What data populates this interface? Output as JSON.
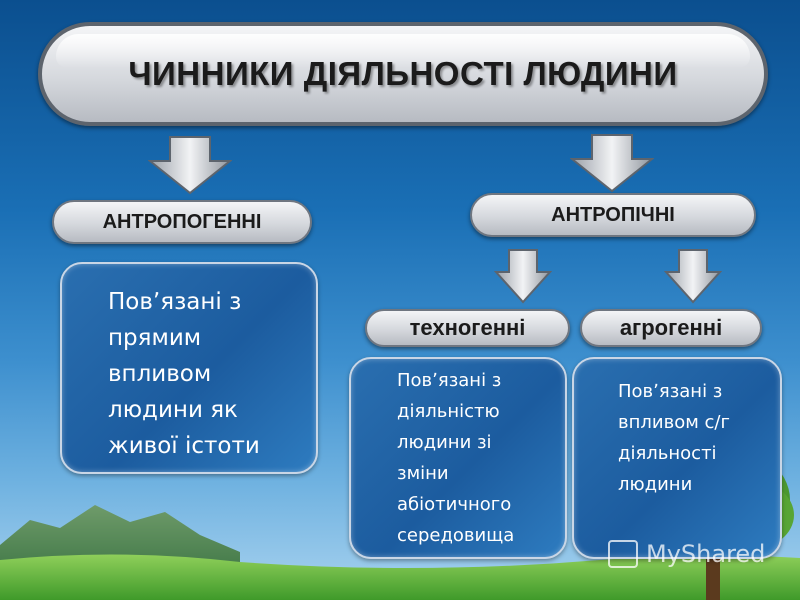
{
  "title": "ЧИННИКИ ДІЯЛЬНОСТІ ЛЮДИНИ",
  "categories": [
    {
      "label": "АНТРОПОГЕННІ",
      "description": "Повʼязані з\nпрямим\nвпливом\nлюдини як\nживої істоти"
    },
    {
      "label": "АНТРОПІЧНІ",
      "subcategories": [
        {
          "label": "техногенні",
          "description": "Повʼязані з\nдіяльністю\nлюдини зі\nзміни\nабіотичного\nсередовища"
        },
        {
          "label": "агрогенні",
          "description": "Повʼязані з\nвпливом с/г\nдіяльності\nлюдини"
        }
      ]
    }
  ],
  "watermark": "MyShared",
  "colors": {
    "pill_fill": "#d5d8dd",
    "pill_border": "#6f7680",
    "box_fill": "#1c5c9f",
    "box_border": "#c9d6e6",
    "sky": "#1a6fb5"
  },
  "icons": [
    "down-arrow-icon",
    "presentation-icon",
    "tree-icon",
    "mountain-icon"
  ]
}
